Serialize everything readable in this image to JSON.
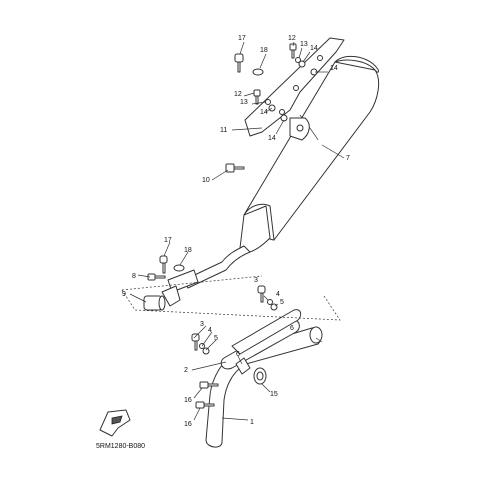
{
  "diagram": {
    "drawing_code": "5RM1280-B080",
    "callouts": [
      "1",
      "2",
      "3",
      "4",
      "5",
      "6",
      "7",
      "8",
      "9",
      "10",
      "11",
      "12",
      "13",
      "14",
      "15",
      "16",
      "17",
      "18"
    ]
  },
  "colors": {
    "line": "#333333",
    "fill": "#ffffff",
    "dark": "#555555",
    "text": "#111111"
  },
  "icons": {
    "front_arrow": "front-direction-arrow-icon"
  }
}
